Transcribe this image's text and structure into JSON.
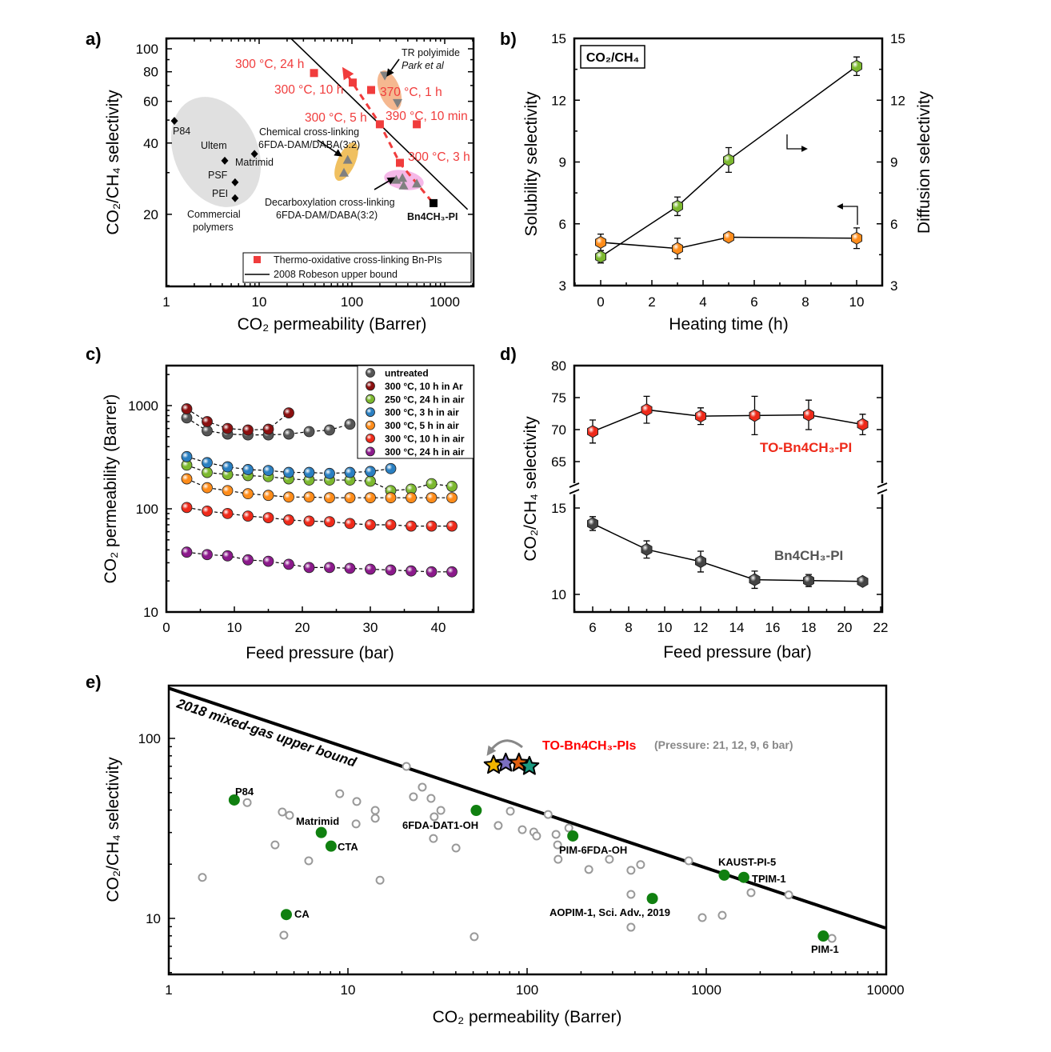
{
  "panel_labels": [
    "a)",
    "b)",
    "c)",
    "d)",
    "e)"
  ],
  "chart_data": [
    {
      "type": "scatter",
      "xlabel": "CO₂ permeability (Barrer)",
      "ylabel": "CO₂/CH₄ selectivity",
      "xscale": "log",
      "yscale": "log",
      "xlim": [
        1,
        2000
      ],
      "ylim": [
        10,
        110
      ],
      "xticks": [
        1,
        10,
        100,
        1000
      ],
      "yticks": [
        20,
        40,
        60,
        80,
        100
      ],
      "legend_position": "bottom-right",
      "series": [
        {
          "name": "Thermo-oxidative cross-linking Bn-PIs",
          "marker": "square",
          "color": "#f03c3c",
          "points": [
            {
              "x": 39,
              "y": 79,
              "label": "300 °C, 24 h"
            },
            {
              "x": 102,
              "y": 72,
              "label": "300 °C, 10 h"
            },
            {
              "x": 161,
              "y": 67,
              "label": "370 °C, 1 h"
            },
            {
              "x": 200,
              "y": 48,
              "label": "300 °C, 5 h"
            },
            {
              "x": 500,
              "y": 48,
              "label": "390 °C, 10 min"
            },
            {
              "x": 329,
              "y": 33,
              "label": "300 °C, 3 h"
            }
          ]
        },
        {
          "name": "Bn4CH₃-PI",
          "marker": "square",
          "color": "#000000",
          "points": [
            {
              "x": 757,
              "y": 22.3,
              "label": "Bn4CH₃-PI"
            }
          ]
        },
        {
          "name": "Commercial polymers",
          "marker": "diamond",
          "color": "#000000",
          "points": [
            {
              "x": 1.22,
              "y": 49.6,
              "label": "P84"
            },
            {
              "x": 4.26,
              "y": 33.7,
              "label": "Ultem"
            },
            {
              "x": 8.9,
              "y": 36,
              "label": "Matrimid"
            },
            {
              "x": 5.5,
              "y": 27.3,
              "label": "PSF"
            },
            {
              "x": 5.5,
              "y": 23.4,
              "label": "PEI"
            }
          ]
        },
        {
          "name": "TR polyimide",
          "name2": "Park et al",
          "marker": "triangle-down",
          "color": "#808080",
          "points": [
            {
              "x": 226,
              "y": 77
            },
            {
              "x": 310,
              "y": 59
            }
          ]
        },
        {
          "name": "Chemical cross-linking",
          "name2": "6FDA-DAM/DABA(3:2)",
          "marker": "triangle-up",
          "color": "#808080",
          "points": [
            {
              "x": 90,
              "y": 34
            },
            {
              "x": 82,
              "y": 30
            }
          ]
        },
        {
          "name": "Decarboxylation cross-linking",
          "name2": "6FDA-DAM/DABA(3:2)",
          "marker": "triangle-up",
          "color": "#808080",
          "points": [
            {
              "x": 300,
              "y": 28
            },
            {
              "x": 350,
              "y": 28.5
            },
            {
              "x": 360,
              "y": 26.5
            },
            {
              "x": 500,
              "y": 27
            }
          ]
        }
      ],
      "upper_bound": {
        "name": "2008 Robeson upper bound",
        "k": 5369140,
        "n": -2.636
      },
      "group_label": [
        "Commercial",
        "polymers"
      ]
    },
    {
      "type": "line",
      "xlabel": "Heating time (h)",
      "ylabel": "Solubility selectivity",
      "y2label": "Diffusion selectivity",
      "xlim": [
        -1,
        11
      ],
      "ylim": [
        3,
        15
      ],
      "y2lim": [
        3,
        15
      ],
      "xticks": [
        0,
        2,
        4,
        6,
        8,
        10
      ],
      "yticks": [
        3,
        6,
        9,
        12,
        15
      ],
      "y2ticks": [
        3,
        6,
        9,
        12,
        15
      ],
      "box_label": "CO₂/CH₄",
      "series": [
        {
          "name": "Solubility selectivity",
          "axis": "left",
          "color": "#ff8c1a",
          "x": [
            0,
            3,
            5,
            10
          ],
          "y": [
            5.1,
            4.8,
            5.35,
            5.3
          ],
          "err": [
            0.4,
            0.5,
            0.2,
            0.5
          ]
        },
        {
          "name": "Diffusion selectivity",
          "axis": "right",
          "color": "#7cb82f",
          "x": [
            0,
            3,
            5,
            10
          ],
          "y": [
            4.4,
            6.85,
            9.1,
            13.65
          ],
          "err": [
            0.3,
            0.45,
            0.6,
            0.45
          ]
        }
      ]
    },
    {
      "type": "line",
      "xlabel": "Feed pressure (bar)",
      "ylabel": "CO₂ permeability (Barrer)",
      "yscale": "log",
      "xlim": [
        0,
        45
      ],
      "ylim": [
        10,
        2500
      ],
      "xticks": [
        0,
        10,
        20,
        30,
        40
      ],
      "yticks": [
        10,
        100,
        1000
      ],
      "legend_position": "top-right",
      "series": [
        {
          "name": "untreated",
          "color": "#555555",
          "x": [
            3,
            6,
            9,
            12,
            15,
            18,
            21,
            24,
            27
          ],
          "y": [
            760,
            570,
            530,
            520,
            520,
            530,
            560,
            580,
            660
          ]
        },
        {
          "name": "300 °C, 10 h in Ar",
          "color": "#8b1010",
          "x": [
            3,
            6,
            9,
            12,
            15,
            18
          ],
          "y": [
            930,
            700,
            600,
            580,
            590,
            850
          ]
        },
        {
          "name": "250 °C, 24 h in air",
          "color": "#7cb82f",
          "x": [
            3,
            6,
            9,
            12,
            15,
            18,
            21,
            24,
            27,
            30,
            33,
            36,
            39,
            42
          ],
          "y": [
            265,
            225,
            215,
            210,
            205,
            195,
            190,
            190,
            190,
            185,
            150,
            155,
            175,
            165
          ]
        },
        {
          "name": "300 °C, 3 h in air",
          "color": "#2a7fc1",
          "x": [
            3,
            6,
            9,
            12,
            15,
            18,
            21,
            24,
            27,
            30,
            33
          ],
          "y": [
            320,
            280,
            255,
            240,
            235,
            225,
            225,
            220,
            225,
            230,
            245
          ]
        },
        {
          "name": "300 °C, 5 h in air",
          "color": "#ff8c1a",
          "x": [
            3,
            6,
            9,
            12,
            15,
            18,
            21,
            24,
            27,
            30,
            33,
            36,
            39,
            42
          ],
          "y": [
            195,
            160,
            150,
            140,
            135,
            130,
            130,
            128,
            128,
            128,
            128,
            128,
            128,
            128
          ]
        },
        {
          "name": "300 °C, 10 h in air",
          "color": "#ee2a1a",
          "x": [
            3,
            6,
            9,
            12,
            15,
            18,
            21,
            24,
            27,
            30,
            33,
            36,
            39,
            42
          ],
          "y": [
            103,
            95,
            90,
            85,
            82,
            78,
            76,
            75,
            72,
            70,
            70,
            68,
            68,
            68
          ]
        },
        {
          "name": "300 °C, 24 h in air",
          "color": "#8b1a8b",
          "x": [
            3,
            6,
            9,
            12,
            15,
            18,
            21,
            24,
            27,
            30,
            33,
            36,
            39,
            42
          ],
          "y": [
            38,
            36,
            35,
            32,
            31,
            29,
            27,
            27,
            26.5,
            26,
            25.5,
            25,
            24.5,
            24.5
          ]
        }
      ]
    },
    {
      "type": "line",
      "xlabel": "Feed pressure (bar)",
      "ylabel": "CO₂/CH₄ selectivity",
      "xlim": [
        5,
        22
      ],
      "y_break": true,
      "ylim_upper": [
        62,
        80
      ],
      "ylim_lower": [
        9,
        15.5
      ],
      "xticks": [
        6,
        8,
        10,
        12,
        14,
        16,
        18,
        20,
        22
      ],
      "yticks_upper": [
        65,
        70,
        75,
        80
      ],
      "yticks_lower": [
        10,
        15
      ],
      "series": [
        {
          "name": "TO-Bn4CH₃-PI",
          "color": "#ee2a1a",
          "x": [
            6,
            9,
            12,
            15,
            18,
            21
          ],
          "y": [
            69.7,
            73.1,
            72.1,
            72.2,
            72.3,
            70.8
          ],
          "err": [
            1.8,
            2.1,
            1.3,
            3.0,
            2.3,
            1.6
          ]
        },
        {
          "name": "Bn4CH₃-PI",
          "color": "#444444",
          "label_color": "#555555",
          "x": [
            6,
            9,
            12,
            15,
            18,
            21
          ],
          "y": [
            14.1,
            12.6,
            11.9,
            10.85,
            10.8,
            10.75
          ],
          "err": [
            0.4,
            0.5,
            0.6,
            0.5,
            0.35,
            0.2
          ]
        }
      ]
    },
    {
      "type": "scatter",
      "xlabel": "CO₂ permeability (Barrer)",
      "ylabel": "CO₂/CH₄ selectivity",
      "xscale": "log",
      "yscale": "log",
      "xlim": [
        1,
        10000
      ],
      "ylim": [
        5,
        196
      ],
      "xticks": [
        1,
        10,
        100,
        1000,
        10000
      ],
      "yticks": [
        10,
        100
      ],
      "upper_bound": {
        "name": "2018 mixed-gas upper bound",
        "alpha_at_1": 190,
        "slope": -0.333
      },
      "highlight": {
        "name": "TO-Bn4CH₃-PIs",
        "note": "(Pressure: 21, 12, 9, 6 bar)",
        "points": [
          {
            "pressure": 21,
            "x": 65,
            "y": 71,
            "color": "#f0b400"
          },
          {
            "pressure": 12,
            "x": 76,
            "y": 73,
            "color": "#7b6fc0"
          },
          {
            "pressure": 9,
            "x": 90,
            "y": 73,
            "color": "#e06010"
          },
          {
            "pressure": 6,
            "x": 103,
            "y": 70,
            "color": "#1a9a80"
          }
        ]
      },
      "labeled_points": [
        {
          "x": 2.32,
          "y": 45.5,
          "label": "P84"
        },
        {
          "x": 7.1,
          "y": 30,
          "label": "Matrimid"
        },
        {
          "x": 8.05,
          "y": 25.2,
          "label": "CTA"
        },
        {
          "x": 4.53,
          "y": 10.5,
          "label": "CA"
        },
        {
          "x": 52,
          "y": 39.8,
          "label": "6FDA-DAT1-OH"
        },
        {
          "x": 180,
          "y": 28.7,
          "label": "PIM-6FDA-OH"
        },
        {
          "x": 1260,
          "y": 17.4,
          "label": "KAUST-PI-5"
        },
        {
          "x": 1620,
          "y": 16.9,
          "label": "TPIM-1"
        },
        {
          "x": 500,
          "y": 12.9,
          "label": "AOPIM-1, Sci. Adv., 2019"
        },
        {
          "x": 4500,
          "y": 7.98,
          "label": "PIM-1"
        }
      ],
      "labeled_color": "#108010",
      "other_points": [
        [
          21.2,
          69.9
        ],
        [
          26.0,
          53.6
        ],
        [
          23.2,
          47.4
        ],
        [
          29.1,
          46.4
        ],
        [
          9.0,
          49.3
        ],
        [
          11.2,
          44.6
        ],
        [
          2.74,
          44.0
        ],
        [
          4.3,
          39.0
        ],
        [
          4.72,
          37.4
        ],
        [
          14.2,
          39.8
        ],
        [
          14.2,
          36.0
        ],
        [
          11.1,
          33.5
        ],
        [
          33.0,
          39.8
        ],
        [
          30.3,
          36.7
        ],
        [
          69.0,
          32.8
        ],
        [
          94.0,
          31.1
        ],
        [
          3.92,
          25.6
        ],
        [
          30.0,
          27.8
        ],
        [
          40.1,
          24.6
        ],
        [
          6.04,
          20.9
        ],
        [
          1.54,
          16.9
        ],
        [
          15.1,
          16.3
        ],
        [
          4.39,
          8.07
        ],
        [
          50.7,
          7.91
        ],
        [
          80.6,
          39.4
        ],
        [
          131,
          37.8
        ],
        [
          109,
          30.2
        ],
        [
          113,
          28.7
        ],
        [
          145,
          29.3
        ],
        [
          171,
          31.8
        ],
        [
          148,
          25.6
        ],
        [
          149,
          21.3
        ],
        [
          288,
          21.3
        ],
        [
          221,
          18.7
        ],
        [
          380,
          18.5
        ],
        [
          430,
          19.9
        ],
        [
          798,
          20.9
        ],
        [
          380,
          13.6
        ],
        [
          1778,
          13.9
        ],
        [
          2885,
          13.5
        ],
        [
          950,
          10.1
        ],
        [
          1228,
          10.4
        ],
        [
          380,
          8.93
        ],
        [
          5030,
          7.74
        ]
      ]
    }
  ]
}
